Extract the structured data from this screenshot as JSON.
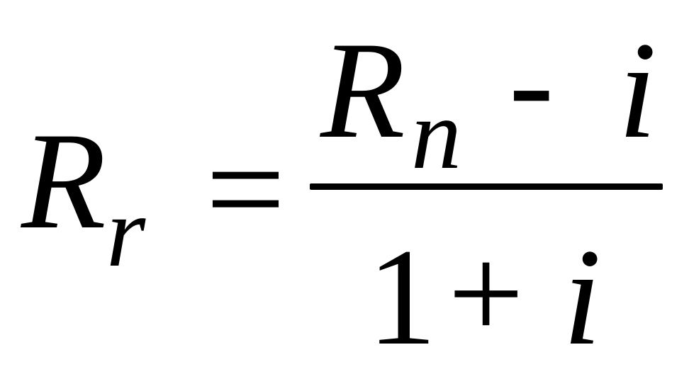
{
  "formula": {
    "lhs": {
      "symbol": "R",
      "subscript": "r"
    },
    "relation": "=",
    "numerator": {
      "symbol": "R",
      "subscript": "n",
      "operator": "-",
      "variable": "i"
    },
    "denominator": {
      "constant": "1",
      "operator": "+",
      "variable": "i"
    }
  },
  "colors": {
    "ink": "#000000",
    "background": "#ffffff"
  }
}
